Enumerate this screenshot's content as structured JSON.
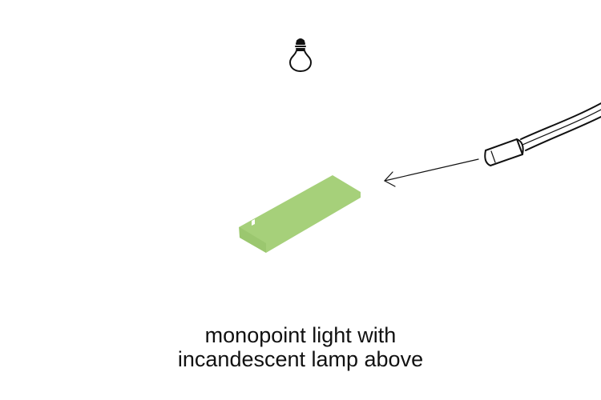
{
  "caption": {
    "line1": "monopoint light with",
    "line2": "incandescent lamp above"
  },
  "icons": {
    "lamp": "incandescent-bulb-icon",
    "probe": "fiber-probe-icon",
    "arrow": "arrow-icon",
    "sample": "sample-plate"
  },
  "colors": {
    "sample_fill": "#a6d07a",
    "stroke": "#111111",
    "background": "#ffffff"
  }
}
